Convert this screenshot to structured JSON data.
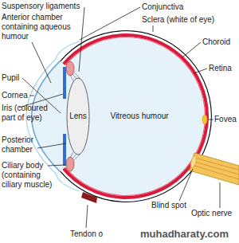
{
  "diagram": {
    "labels": [
      "Suspensory ligaments",
      "Anterior chamber containing aqueous humour",
      "Conjunctiva",
      "Sclera (white of eye)",
      "Choroid",
      "Retina",
      "Fovea",
      "Pupil",
      "Lens",
      "Vitreous humour",
      "Cornea",
      "Iris (coloured part of eye)",
      "Posterior chamber",
      "Ciliary body (containing ciliary muscle)",
      "Blind spot",
      "Optic nerve",
      "Tendon o",
      "muhadharaty.com"
    ]
  }
}
